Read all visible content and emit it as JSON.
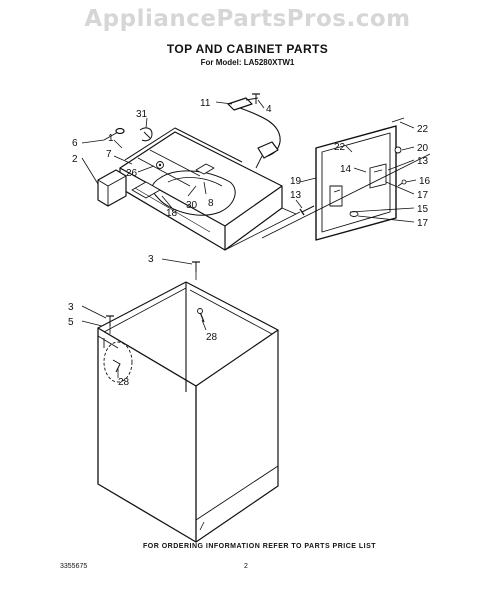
{
  "watermark": "AppliancePartsPros.com",
  "header": {
    "title": "TOP AND CABINET PARTS",
    "subtitle": "For Model: LA5280XTW1"
  },
  "footer": {
    "doc_number": "3355675",
    "note": "FOR ORDERING INFORMATION REFER TO PARTS PRICE LIST",
    "page": "2"
  },
  "callouts": {
    "c31": "31",
    "c11": "11",
    "c4": "4",
    "c6": "6",
    "c2": "2",
    "c1": "1",
    "c7": "7",
    "c26": "26",
    "c30": "30",
    "c8": "8",
    "c18": "18",
    "c22a": "22",
    "c22b": "22",
    "c20": "20",
    "c14": "14",
    "c13a": "13",
    "c19": "19",
    "c13b": "13",
    "c16": "16",
    "c17a": "17",
    "c15": "15",
    "c17b": "17",
    "c3a": "3",
    "c28a": "28",
    "c3b": "3",
    "c5": "5",
    "c28b": "28"
  }
}
